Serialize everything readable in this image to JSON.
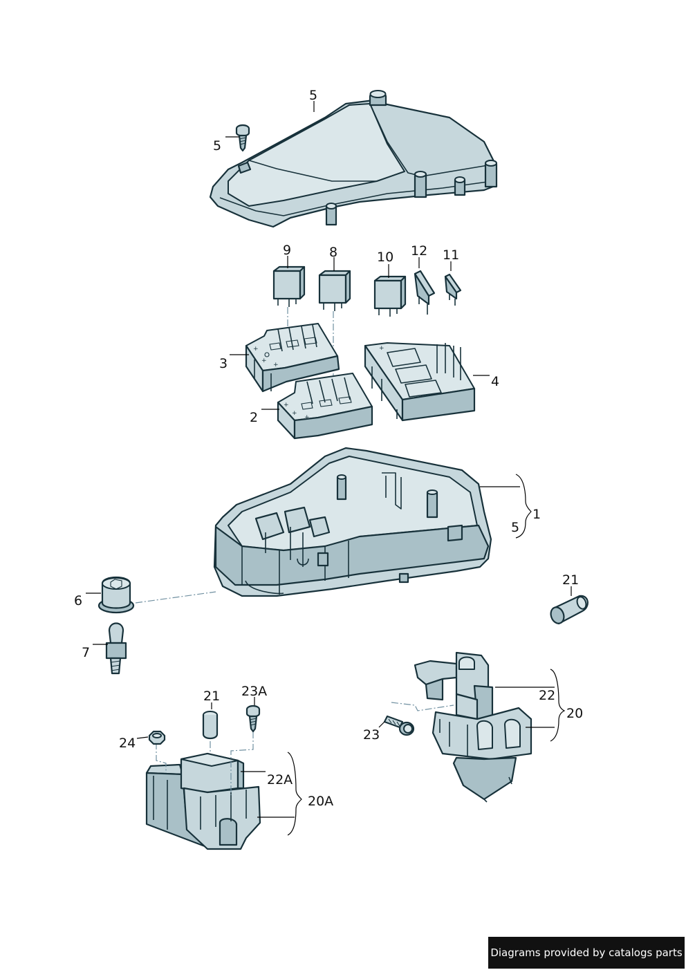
{
  "callouts": {
    "cover": "5",
    "cover_screw": "5",
    "relay_9": "9",
    "relay_8": "8",
    "relay_10": "10",
    "fuse_12": "12",
    "fuse_11": "11",
    "relay_carrier_3": "3",
    "relay_carrier_2": "2",
    "fuse_carrier_4": "4",
    "housing_bracket_upper": "1",
    "housing_bracket_lower": "5",
    "nut": "6",
    "stud": "7",
    "cap_right": "21",
    "bracket_22": "22",
    "bracket_20": "20",
    "bolt_23": "23",
    "cap_left": "21",
    "screw_23A": "23A",
    "nut_24": "24",
    "bracket_22A": "22A",
    "bracket_20A": "20A"
  },
  "footer": {
    "credit": "Diagrams provided by catalogs parts"
  },
  "colors": {
    "part_fill": "#c6d7dc",
    "outline": "#17313a",
    "banner_bg": "#111111"
  }
}
